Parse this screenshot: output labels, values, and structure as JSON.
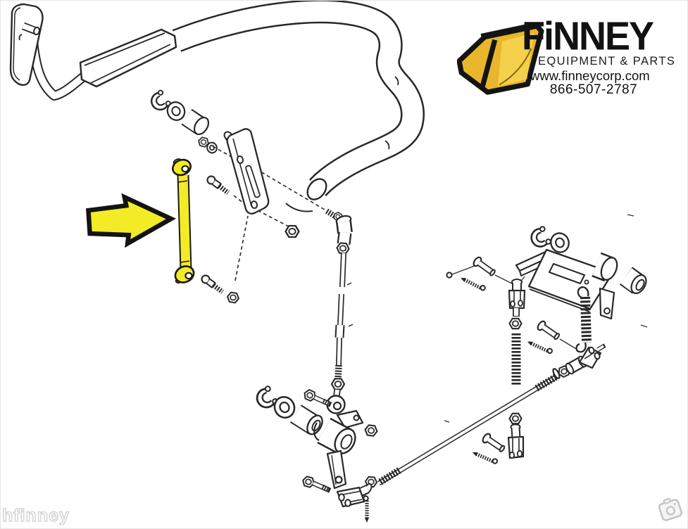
{
  "logo": {
    "brand": "FiNNEY",
    "tagline": "EQUIPMENT & PARTS",
    "website": "www.finneycorp.com",
    "phone": "866-507-2787",
    "bucket_color": "#E8B62B",
    "bucket_highlight": "#F5D14B",
    "text_color": "#111111"
  },
  "watermark": {
    "text": "hfinney"
  },
  "diagram": {
    "type": "exploded-parts-line-drawing",
    "subject": "pedal and brake linkage assembly",
    "background": "#ffffff",
    "line_color": "#282828",
    "highlight": {
      "color": "#F3EB25",
      "highlighted_part": "connecting-link",
      "arrow": "large yellow arrow pointing right at the highlighted link"
    },
    "parts": [
      "pedal-plate",
      "pedal-pin",
      "pedal-rod",
      "handle-grip",
      "handle-tube",
      "retaining-ring",
      "flat-washer",
      "bushing-spacer",
      "jam-nut",
      "mounting-bracket",
      "connecting-link",
      "ball-stud",
      "ball-joint",
      "adjusting-rod",
      "rod-end-eye",
      "pivot-bolt",
      "bellcrank",
      "clevis",
      "clevis-pin",
      "cotter-pin",
      "control-rod",
      "sleeve-spacer",
      "support-bar",
      "support-plate",
      "roller",
      "pivot-arm",
      "return-spring",
      "threaded-stud"
    ]
  },
  "badge": {
    "icon": "camera"
  }
}
